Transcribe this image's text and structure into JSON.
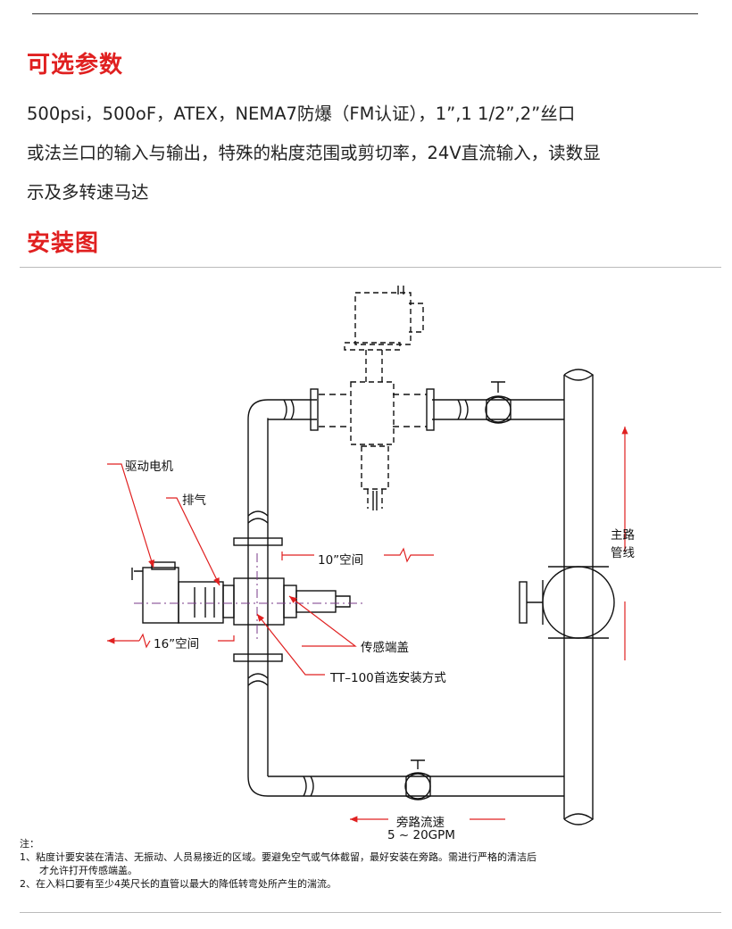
{
  "section1": {
    "title": "可选参数",
    "line1": "500psi，500oF，ATEX，NEMA7防爆（FM认证），1”,1 1/2”,2”丝口",
    "line2": "或法兰口的输入与输出，特殊的粘度范围或剪切率，24V直流输入，读数显",
    "line3": "示及多转速马达"
  },
  "section2": {
    "title": "安装图"
  },
  "diagram": {
    "drive_motor": "驱动电机",
    "vent": "排气",
    "spacing_10": "10”空间",
    "spacing_16": "16”空间",
    "sensor_cap": "传感端盖",
    "tt100": "TT–100首选安装方式",
    "main_pipe_1": "主路",
    "main_pipe_2": "管线",
    "bypass_speed": "旁路流速",
    "bypass_range": "5 ~ 20GPM"
  },
  "notes": {
    "heading": "注：",
    "note1": "1、粘度计要安装在清洁、无振动、人员易接近的区域。要避免空气或气体截留，最好安装在旁路。需进行严格的清洁后",
    "note1b": "才允许打开传感端盖。",
    "note2": "2、在入料口要有至少4英尺长的直管以最大的降低转弯处所产生的湍流。"
  },
  "colors": {
    "accent": "#e02020",
    "line": "#111111",
    "dim": "#7a3a8a"
  }
}
